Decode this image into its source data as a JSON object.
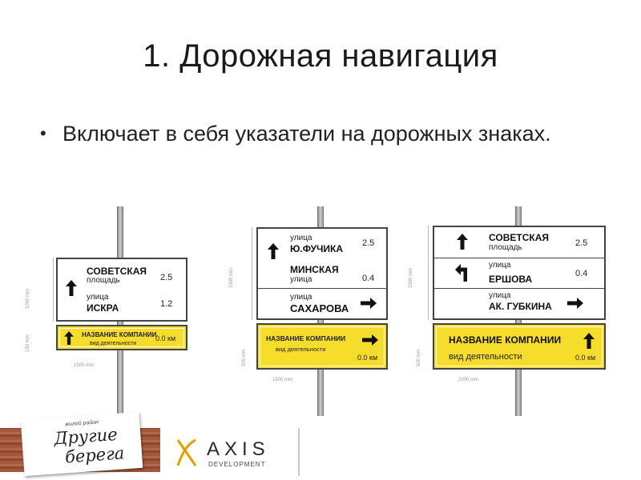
{
  "slide": {
    "title": "1. Дорожная навигация",
    "bullet_text": "Включает в себя указатели на дорожных знаках."
  },
  "sign1": {
    "dims": {
      "height_top": "1000 mm",
      "height_bottom": "150 mm",
      "width": "1500 mm"
    },
    "rows": [
      {
        "name": "СОВЕТСКАЯ",
        "type": "площадь",
        "distance": "2.5"
      },
      {
        "type": "улица",
        "name": "ИСКРА",
        "distance": "1.2"
      }
    ],
    "company": {
      "name": "НАЗВАНИЕ КОМПАНИИ",
      "activity": "вид деятельности",
      "distance": "0.0 км"
    }
  },
  "sign2": {
    "dims": {
      "height_top": "1500 mm",
      "height_bottom": "500 mm",
      "width": "1500 mm"
    },
    "rows": [
      {
        "type": "улица",
        "name": "Ю.ФУЧИКА",
        "distance": "2.5"
      },
      {
        "name": "МИНСКАЯ",
        "type": "улица",
        "distance": "0.4"
      },
      {
        "type": "улица",
        "name": "САХАРОВА"
      }
    ],
    "company": {
      "name": "НАЗВАНИЕ КОМПАНИИ",
      "activity": "вид деятельности",
      "distance": "0.0 км"
    }
  },
  "sign3": {
    "dims": {
      "height_top": "1500 mm",
      "height_bottom": "500 mm",
      "width": "2000 mm"
    },
    "rows": [
      {
        "name": "СОВЕТСКАЯ",
        "type": "площадь",
        "distance": "2.5"
      },
      {
        "type": "улица",
        "name": "ЕРШОВА",
        "distance": "0.4"
      },
      {
        "type": "улица",
        "name": "АК. ГУБКИНА"
      }
    ],
    "company": {
      "name": "НАЗВАНИЕ КОМПАНИИ",
      "activity": "вид деятельности",
      "distance": "0.0 км"
    }
  },
  "footer": {
    "logo_small": "жилой район",
    "logo_line1": "Другие",
    "logo_line2": "берега",
    "axis_word": "AXIS",
    "axis_sub": "DEVELOPMENT"
  },
  "colors": {
    "sign_yellow": "#f6dc2b",
    "border": "#444444",
    "footer_wood": "#a4583a"
  },
  "icons": [
    "arrow-up-icon",
    "arrow-right-icon",
    "arrow-turn-left-icon",
    "axis-logo-icon"
  ]
}
